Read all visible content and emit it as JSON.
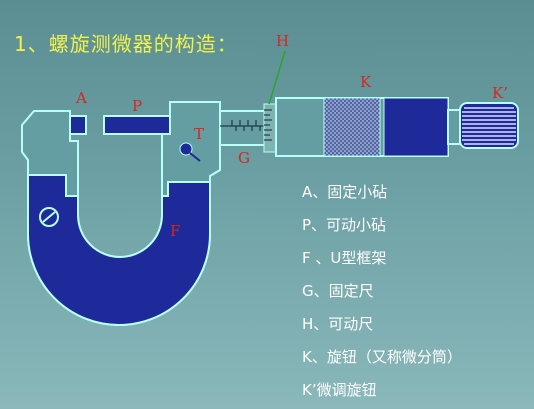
{
  "title": "1、螺旋测微器的构造：",
  "labels": {
    "A": "A",
    "P": "P",
    "T": "T",
    "G": "G",
    "H": "H",
    "K": "K",
    "K_prime": "K’",
    "F": "F"
  },
  "legend": [
    "A、固定小砧",
    "P、可动小砧",
    "F 、U型框架",
    "G、固定尺",
    "H、可动尺",
    "K、旋钮（又称微分筒）",
    "K’微调旋钮"
  ],
  "colors": {
    "background": "#6a9ea2",
    "title": "#f1f14a",
    "frame_fill": "#1f2a9a",
    "outline": "#9ff0ea",
    "label": "#d8261c",
    "legend_text": "#ffffff"
  }
}
